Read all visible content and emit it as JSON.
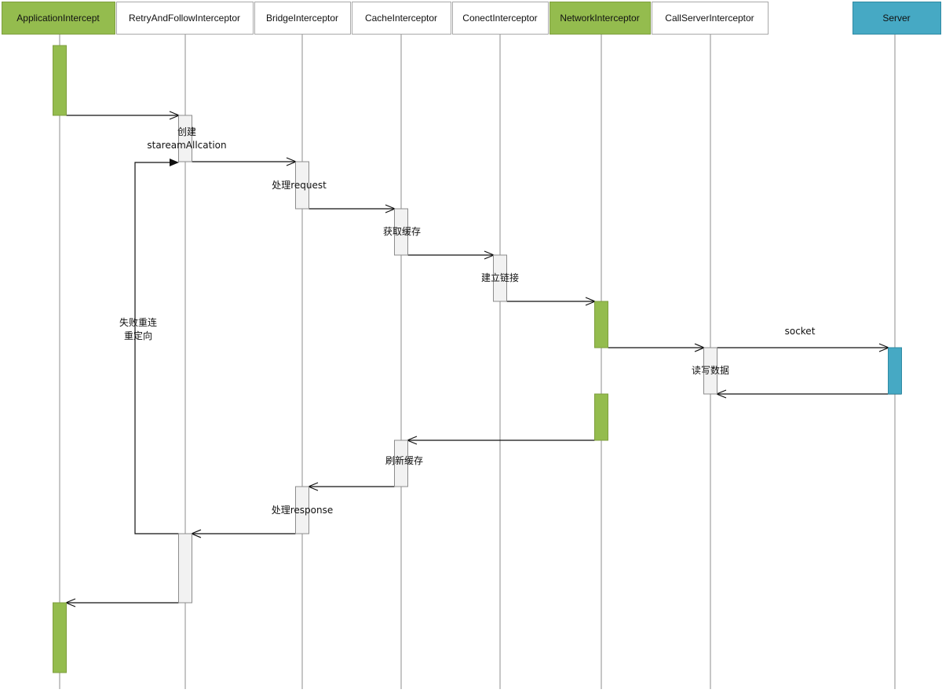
{
  "colors": {
    "green": "#94bc4e",
    "green_border": "#7e9e3e",
    "blue": "#46a9c4",
    "blue_border": "#2f8aa3",
    "plain_header": "#ffffff",
    "header_border": "#a8a8a8",
    "lifeline": "#8c8c8c",
    "activation_plain": "#f2f2f2",
    "arrow": "#111111"
  },
  "participants": [
    {
      "name": "ApplicationIntercept",
      "style": "green"
    },
    {
      "name": "RetryAndFollowInterceptor",
      "style": "plain"
    },
    {
      "name": "BridgeInterceptor",
      "style": "plain"
    },
    {
      "name": "CacheInterceptor",
      "style": "plain"
    },
    {
      "name": "ConectInterceptor",
      "style": "plain"
    },
    {
      "name": "NetworkInterceptor",
      "style": "green"
    },
    {
      "name": "CallServerInterceptor",
      "style": "plain"
    },
    {
      "name": "Server",
      "style": "blue"
    }
  ],
  "messages": [
    {
      "from": "ApplicationIntercept",
      "to": "RetryAndFollowInterceptor",
      "label_lines": [
        "创建",
        "stareamAllcation"
      ]
    },
    {
      "from": "RetryAndFollowInterceptor",
      "to": "BridgeInterceptor",
      "label_lines": [
        "处理request"
      ]
    },
    {
      "from": "BridgeInterceptor",
      "to": "CacheInterceptor",
      "label_lines": [
        "获取缓存"
      ]
    },
    {
      "from": "CacheInterceptor",
      "to": "ConectInterceptor",
      "label_lines": [
        "建立链接"
      ]
    },
    {
      "from": "ConectInterceptor",
      "to": "NetworkInterceptor",
      "label_lines": []
    },
    {
      "from": "NetworkInterceptor",
      "to": "CallServerInterceptor",
      "label_lines": []
    },
    {
      "from": "CallServerInterceptor",
      "to": "Server",
      "label_lines": [
        "socket"
      ]
    },
    {
      "from": "Server",
      "to": "CallServerInterceptor",
      "label_lines": [
        "读写数据"
      ]
    },
    {
      "from": "NetworkInterceptor",
      "to": "CacheInterceptor",
      "label_lines": [
        "刷新缓存"
      ]
    },
    {
      "from": "CacheInterceptor",
      "to": "BridgeInterceptor",
      "label_lines": [
        "处理response"
      ]
    },
    {
      "from": "BridgeInterceptor",
      "to": "RetryAndFollowInterceptor",
      "label_lines": []
    },
    {
      "from": "RetryAndFollowInterceptor",
      "to": "ApplicationIntercept",
      "label_lines": []
    }
  ],
  "loop": {
    "on": "RetryAndFollowInterceptor",
    "label_lines": [
      "失败重连",
      "重定向"
    ]
  }
}
